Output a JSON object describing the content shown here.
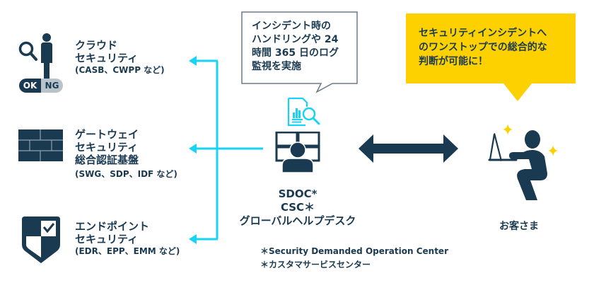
{
  "categories": [
    {
      "id": "cloud",
      "icon": "person-magnifier-icon",
      "title_lines": [
        "クラウド",
        "セキュリティ"
      ],
      "sub_lines": [
        "(CASB、CWPP など)"
      ],
      "badge": {
        "ok": "OK",
        "ng": "NG"
      }
    },
    {
      "id": "gateway",
      "icon": "firewall-icon",
      "title_lines": [
        "ゲートウェイ",
        "セキュリティ",
        "総合認証基盤"
      ],
      "sub_lines": [
        "(SWG、SDP、IDF など)"
      ]
    },
    {
      "id": "endpoint",
      "icon": "shield-check-icon",
      "title_lines": [
        "エンドポイント",
        "セキュリティ"
      ],
      "sub_lines": [
        "(EDR、EPP、EMM など)"
      ]
    }
  ],
  "center": {
    "bubble_lines": [
      "インシデント時の",
      "ハンドリングや 24",
      "時間 365 日のログ",
      "監視を実施"
    ],
    "label_lines": [
      "SDOC*",
      "CSC＊",
      "グローバルヘルプデスク"
    ],
    "notes": [
      "＊Security Demanded Operation Center",
      "＊カスタマサービスセンター"
    ]
  },
  "customer": {
    "callout_lines": [
      "セキュリティインシデントへ",
      "のワンストップでの総合的な",
      "判断が可能に！"
    ],
    "label": "お客さま"
  },
  "colors": {
    "navy": "#1a3a52",
    "cyan": "#19d3f5",
    "yellow": "#fdd000",
    "sparkle": "#fdd000",
    "badge_ng": "#b8c3cc",
    "bubble_border": "#6b7a86"
  }
}
